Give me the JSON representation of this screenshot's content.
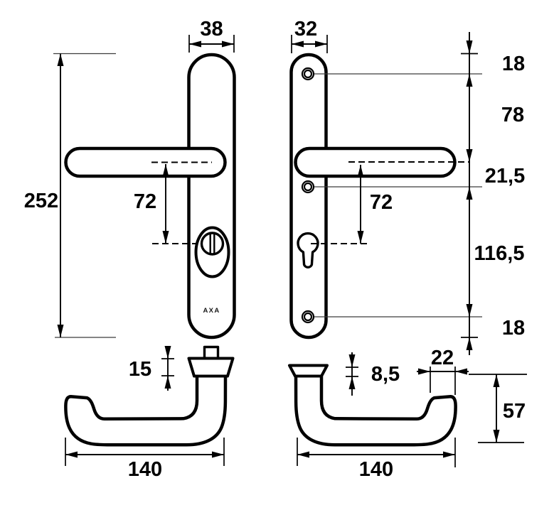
{
  "brand": "AXA",
  "colors": {
    "line": "#000000",
    "background": "#ffffff"
  },
  "dims": {
    "left_plate_width": "38",
    "right_plate_width": "32",
    "plate_height": "252",
    "left_handle_to_cylinder": "72",
    "right_handle_to_cylinder": "72",
    "top_to_screw1": "18",
    "screw1_to_handle": "78",
    "handle_to_screw2": "21,5",
    "screw2_to_screw3": "116,5",
    "screw3_to_bottom": "18",
    "left_collar_height": "15",
    "right_collar_height": "8,5",
    "grip_end_width": "22",
    "handle_projection": "57",
    "left_grip_length": "140",
    "right_grip_length": "140"
  }
}
